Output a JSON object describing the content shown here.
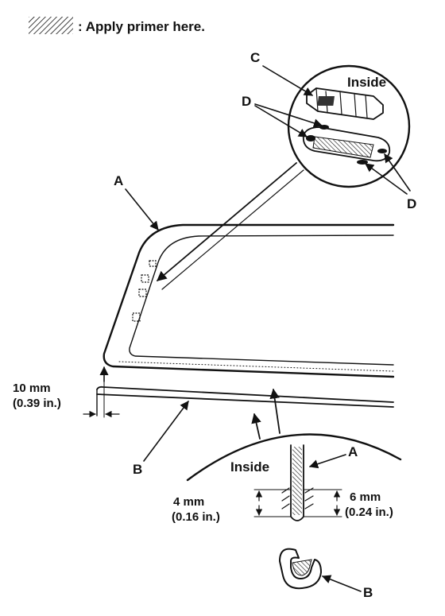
{
  "legend": {
    "text": ": Apply primer here."
  },
  "labels": {
    "a_main": "A",
    "b_main": "B",
    "c": "C",
    "d_left": "D",
    "d_right": "D",
    "inside_top": "Inside",
    "inside_bottom": "Inside",
    "a_section": "A",
    "b_bottom": "B"
  },
  "dimensions": {
    "edge_mm": "10 mm",
    "edge_in": "(0.39 in.)",
    "left_mm": "4 mm",
    "left_in": "(0.16 in.)",
    "right_mm": "6 mm",
    "right_in": "(0.24 in.)"
  }
}
